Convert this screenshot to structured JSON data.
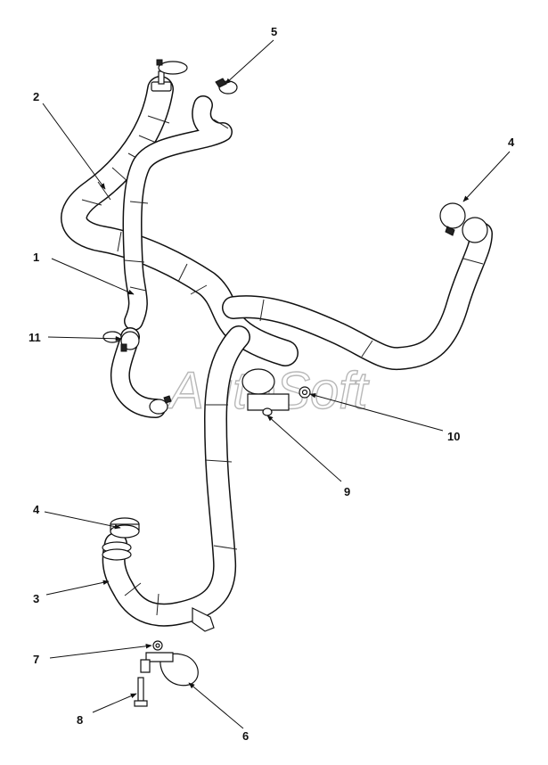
{
  "watermark": "AutoSoft",
  "callouts": {
    "c1": "1",
    "c2": "2",
    "c3": "3",
    "c4a": "4",
    "c4b": "4",
    "c5": "5",
    "c6": "6",
    "c7": "7",
    "c8": "8",
    "c9": "9",
    "c10": "10",
    "c11": "11"
  }
}
